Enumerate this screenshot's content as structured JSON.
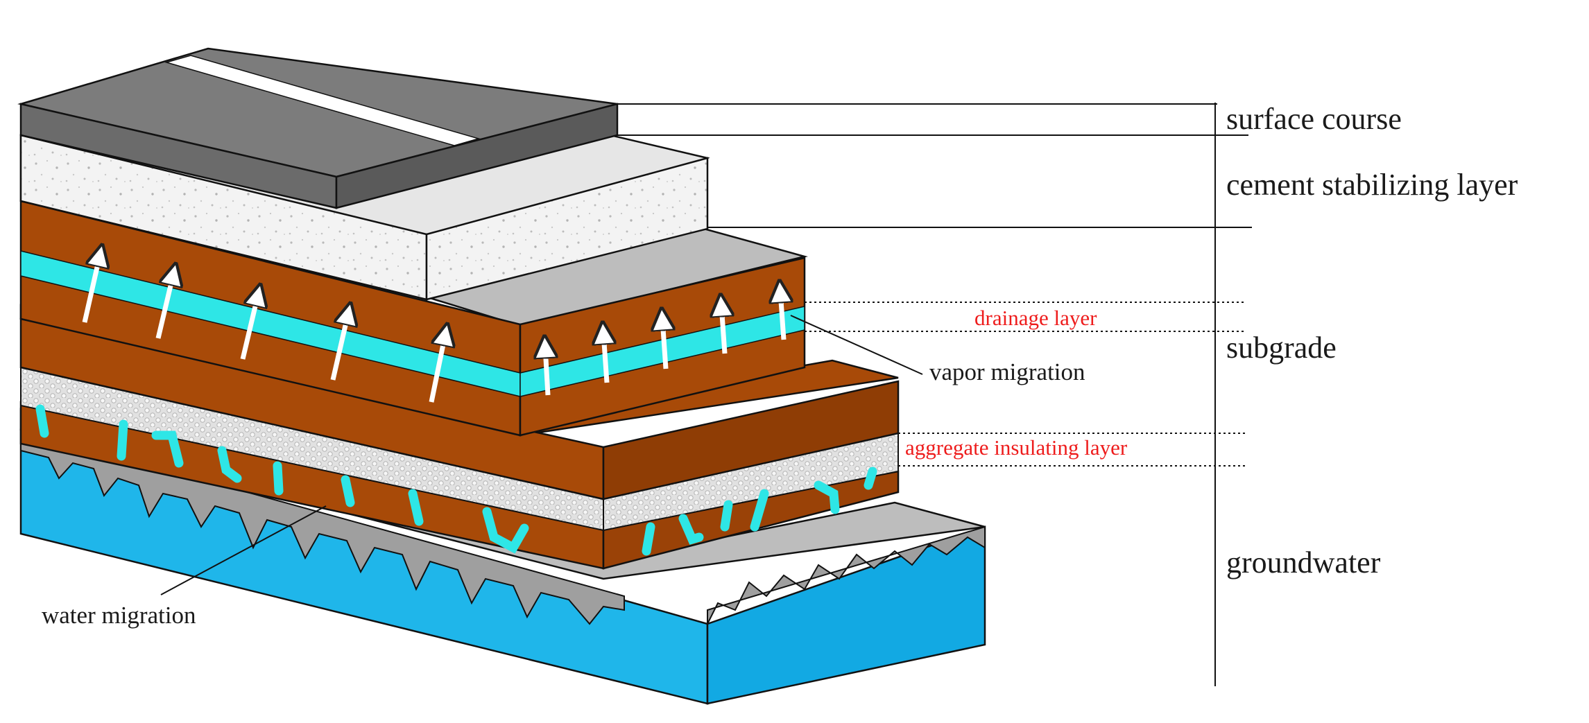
{
  "labels": {
    "surface_course": "surface course",
    "cement_stabilizing_layer": "cement stabilizing layer",
    "drainage_layer": "drainage layer",
    "subgrade": "subgrade",
    "vapor_migration": "vapor migration",
    "aggregate_insulating_layer": "aggregate insulating layer",
    "groundwater": "groundwater",
    "water_migration": "water migration"
  },
  "colors": {
    "surface": "#6b6b6b",
    "surface_top": "#7c7c7c",
    "lane_stripe": "#ffffff",
    "cement": "#f2f2f2",
    "soil": "#a84a08",
    "soil_dark": "#8f3d05",
    "drainage": "#2ee6e6",
    "aggregate": "#e4e4e4",
    "groundwater": "#1fb6ea",
    "gray_shelf": "#bdbdbd",
    "outline": "#111111",
    "red_label": "#ee1c1c"
  }
}
